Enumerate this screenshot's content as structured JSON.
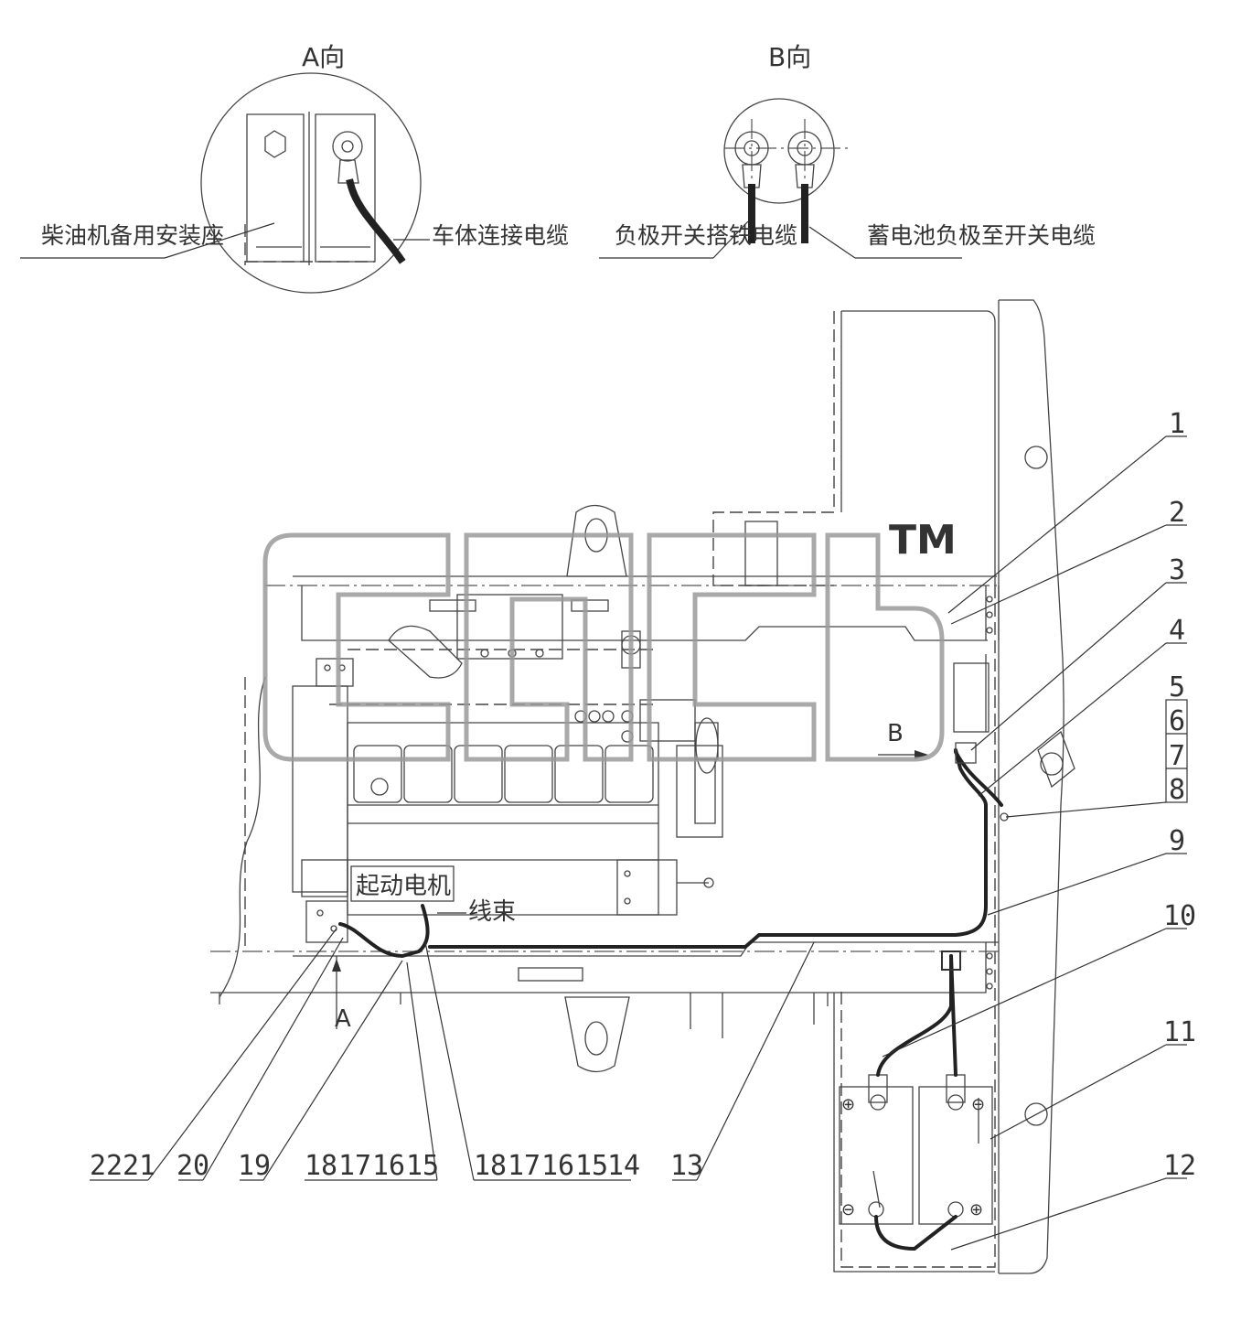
{
  "views": {
    "a_title": "A向",
    "b_title": "B向",
    "a_left_label": "柴油机备用安装座",
    "a_right_label": "车体连接电缆",
    "b_left_label": "负极开关搭铁电缆",
    "b_right_label": "蓄电池负极至开关电缆"
  },
  "main": {
    "starter_label": "起动电机",
    "harness_label": "线束",
    "view_arrow_a": "A",
    "view_arrow_b": "B",
    "watermark": "TM"
  },
  "callouts_right": [
    "1",
    "2",
    "3",
    "4",
    "5",
    "6",
    "7",
    "8",
    "9",
    "10",
    "11",
    "12"
  ],
  "callouts_bottom": [
    "22",
    "21",
    "20",
    "19",
    "18",
    "17",
    "16",
    "15",
    "18",
    "17",
    "16",
    "15",
    "14",
    "13"
  ],
  "battery_terminals": {
    "top_left": "⊕",
    "top_right": "⊖",
    "bottom_left": "⊖",
    "bottom_right": "⊕"
  }
}
